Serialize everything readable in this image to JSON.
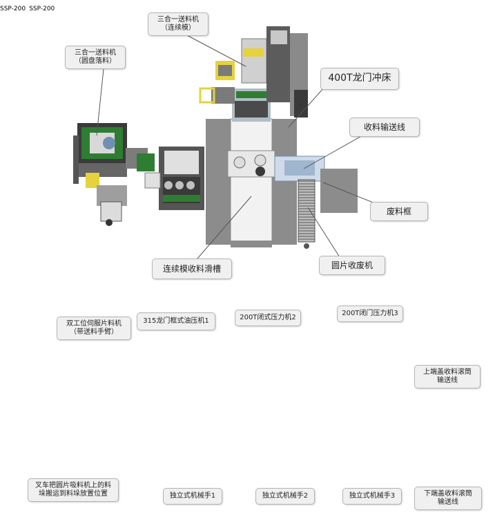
{
  "top_layout": {
    "labels": {
      "feeder_coil": [
        "三合一送料机",
        "（圆盘落料）"
      ],
      "feeder_progressive": [
        "三合一送料机",
        "（连续模）"
      ],
      "press_400t": "400T龙门冲床",
      "receiving_conveyor": "收料输送线",
      "scrap_box": "废料框",
      "disc_scrap_collector": "圆片收废机",
      "progressive_chute": "连续模收料滑槽"
    }
  },
  "bottom_layout": {
    "labels": {
      "double_station_feeder": [
        "双工位伺服片料机",
        "（带送料手臂）"
      ],
      "hydraulic_press_315": "315龙门框式油压机1",
      "press_200t_2": "200T闭式压力机2",
      "press_200t_3": "200T闭门压力机3",
      "upper_conveyor": [
        "上端盖收料滚筒",
        "输送线"
      ],
      "lower_conveyor": [
        "下端盖收料滚筒",
        "输送线"
      ],
      "forklift_note": [
        "叉车把圆片吸料机上的料",
        "垛搬运到料垛放置位置"
      ],
      "robot_1": "独立式机械手1",
      "robot_2": "独立式机械手2",
      "robot_3": "独立式机械手3"
    },
    "press_plate_text": "SSP-200"
  },
  "colors": {
    "machine_gray": "#8c8c8c",
    "machine_white": "#f2f2f2",
    "accent_green": "#2e7d32",
    "accent_yellow": "#e6d23c",
    "accent_blue": "#6f8fb3",
    "callout_fill": "#f0f0f0"
  }
}
